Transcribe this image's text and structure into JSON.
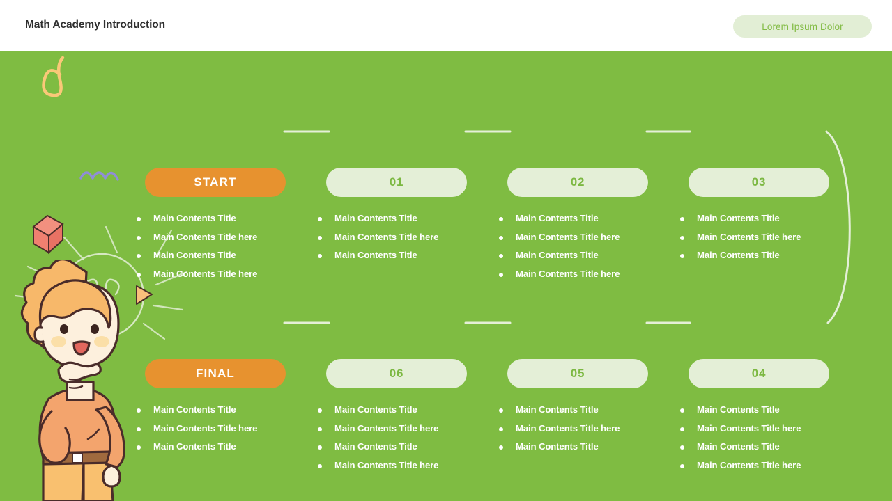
{
  "header": {
    "title": "Math Academy Introduction",
    "pill_label": "Lorem Ipsum Dolor"
  },
  "colors": {
    "canvas_green": "#7fbc42",
    "accent_orange": "#e7922f",
    "pill_mint": "#e4efd7",
    "pill_text_green": "#7cb842",
    "header_pill_bg": "#e2eed5",
    "header_pill_text": "#82bb44",
    "title_text": "#2f2f2f",
    "bullet_text": "#ffffff",
    "connector_line": "#e4efd7"
  },
  "flow": {
    "top_row": [
      {
        "id": "start",
        "label": "START",
        "type": "accent"
      },
      {
        "id": "step-01",
        "label": "01",
        "type": "step"
      },
      {
        "id": "step-02",
        "label": "02",
        "type": "step"
      },
      {
        "id": "step-03",
        "label": "03",
        "type": "step"
      }
    ],
    "bottom_row": [
      {
        "id": "final",
        "label": "FINAL",
        "type": "accent"
      },
      {
        "id": "step-06",
        "label": "06",
        "type": "step"
      },
      {
        "id": "step-05",
        "label": "05",
        "type": "step"
      },
      {
        "id": "step-04",
        "label": "04",
        "type": "step"
      }
    ]
  },
  "columns": {
    "top": [
      {
        "owner": "START",
        "bullets": [
          "Main Contents Title",
          "Main Contents Title here",
          "Main Contents Title",
          "Main Contents Title here"
        ]
      },
      {
        "owner": "01",
        "bullets": [
          "Main Contents Title",
          "Main Contents Title here",
          "Main Contents Title"
        ]
      },
      {
        "owner": "02",
        "bullets": [
          "Main Contents Title",
          "Main Contents Title here",
          "Main Contents Title",
          "Main Contents Title here"
        ]
      },
      {
        "owner": "03",
        "bullets": [
          "Main Contents Title",
          "Main Contents Title here",
          "Main Contents Title"
        ]
      }
    ],
    "bottom": [
      {
        "owner": "FINAL",
        "bullets": [
          "Main Contents Title",
          "Main Contents Title here",
          "Main Contents Title"
        ]
      },
      {
        "owner": "06",
        "bullets": [
          "Main Contents Title",
          "Main Contents Title here",
          "Main Contents Title",
          "Main Contents Title here"
        ]
      },
      {
        "owner": "05",
        "bullets": [
          "Main Contents Title",
          "Main Contents Title here",
          "Main Contents Title"
        ]
      },
      {
        "owner": "04",
        "bullets": [
          "Main Contents Title",
          "Main Contents Title here",
          "Main Contents Title",
          "Main Contents Title here"
        ]
      }
    ]
  },
  "decorations": [
    "loop-squiggle-icon",
    "wave-squiggle-icon",
    "cube-icon",
    "lightbulb-icon",
    "triangle-icon",
    "thinking-girl-illustration"
  ]
}
